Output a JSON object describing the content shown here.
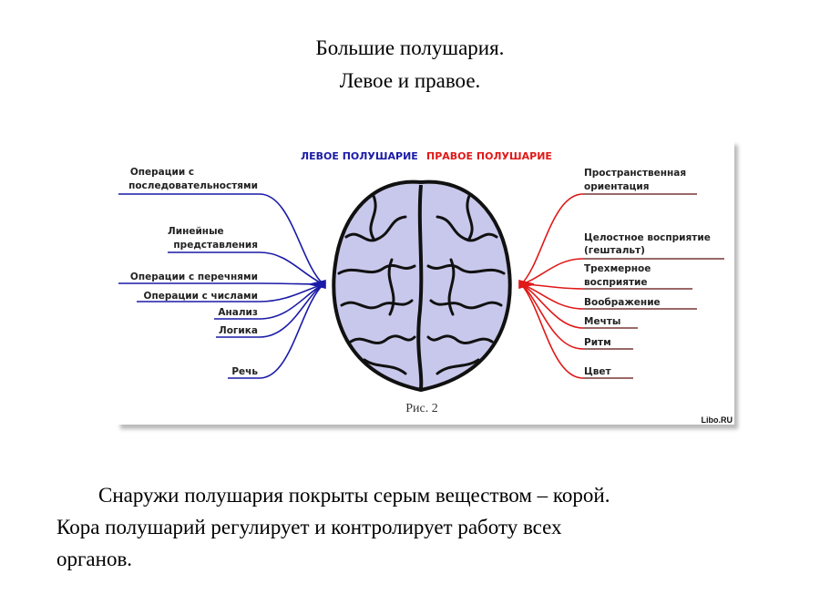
{
  "title": {
    "line1": "Большие полушария.",
    "line2": "Левое и правое."
  },
  "figure": {
    "left_header": "ЛЕВОЕ ПОЛУШАРИЕ",
    "right_header": "ПРАВОЕ ПОЛУШАРИЕ",
    "left_items": [
      [
        "Операции с",
        "последовательностями"
      ],
      [
        "Линейные",
        "представления"
      ],
      [
        "Операции с перечнями"
      ],
      [
        "Операции с числами"
      ],
      [
        "Анализ"
      ],
      [
        "Логика"
      ],
      [
        "Речь"
      ]
    ],
    "right_items": [
      [
        "Пространственная",
        "ориентация"
      ],
      [
        "Целостное восприятие",
        "(гештальт)"
      ],
      [
        "Трехмерное",
        "восприятие"
      ],
      [
        "Воображение"
      ],
      [
        "Мечты"
      ],
      [
        "Ритм"
      ],
      [
        "Цвет"
      ]
    ],
    "caption": "Рис. 2",
    "watermark": "Libo.RU",
    "colors": {
      "left": "#1a1aa8",
      "right": "#e01818",
      "brain": "#c8c8ec"
    }
  },
  "paragraph": {
    "line1": "Снаружи полушария покрыты серым веществом – корой.",
    "line2": "Кора полушарий регулирует и контролирует работу всех",
    "line3": "органов."
  }
}
